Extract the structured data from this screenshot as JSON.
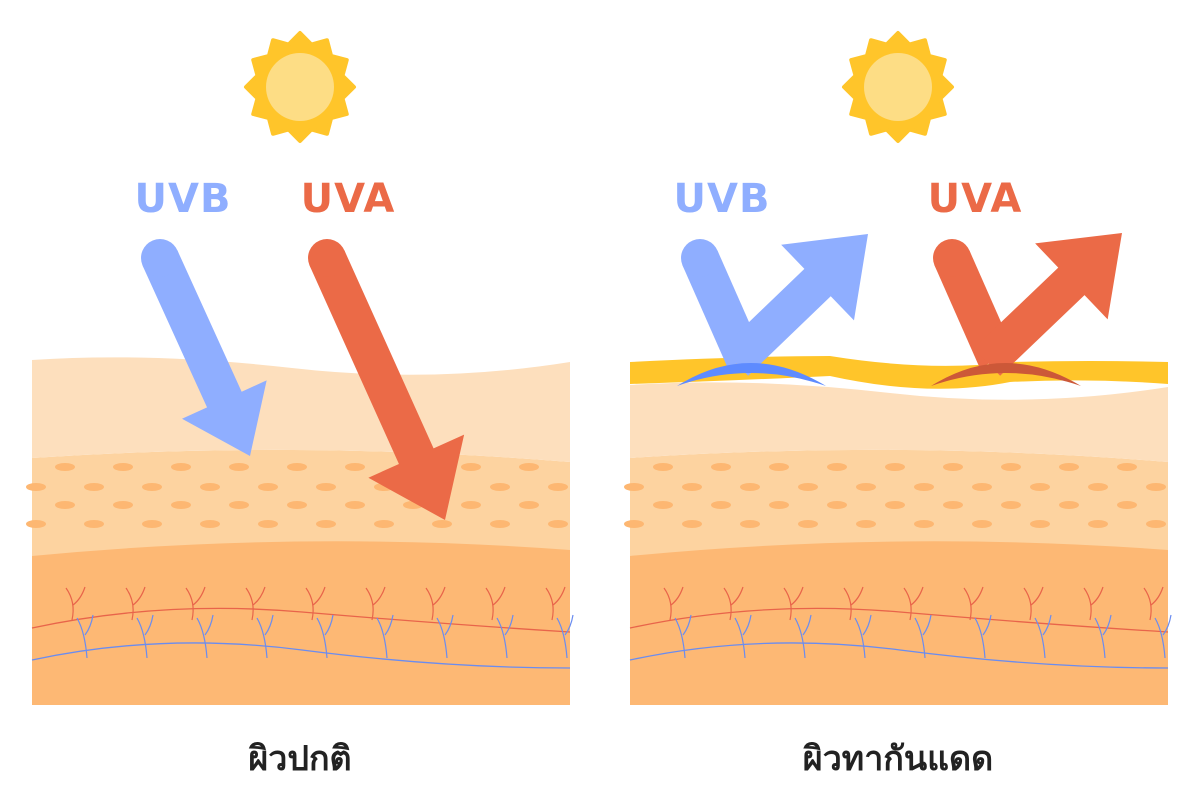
{
  "colors": {
    "uvb": "#8FAEFF",
    "uvb_dark": "#5E8BFF",
    "uva": "#EB6A47",
    "uva_dark": "#CC5838",
    "sun_outer": "#FFC52A",
    "sun_inner": "#FDDD85",
    "sunscreen": "#FFC52A",
    "epidermis": "#FDDFBD",
    "dermis": "#FDD3A0",
    "dots": "#FDB772",
    "hypodermis": "#FDB874",
    "vessel_red": "#E8644A",
    "vessel_blue": "#6A8CF0"
  },
  "panels": [
    {
      "uvb_label": "UVB",
      "uva_label": "UVA",
      "caption": "ผิวปกติ"
    },
    {
      "uvb_label": "UVB",
      "uva_label": "UVA",
      "caption": "ผิวทากันแดด"
    }
  ]
}
